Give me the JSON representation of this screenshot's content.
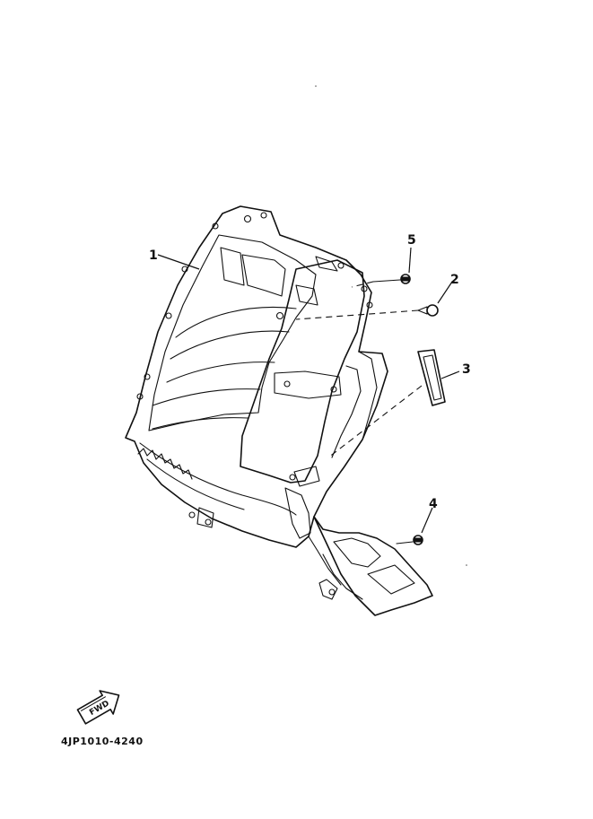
{
  "diagram": {
    "drawing_code": "4JP1010-4240",
    "fwd_arrow_label": "FWD",
    "callouts": [
      {
        "id": "1",
        "label": "1"
      },
      {
        "id": "2",
        "label": "2"
      },
      {
        "id": "3",
        "label": "3"
      },
      {
        "id": "4",
        "label": "4"
      },
      {
        "id": "5",
        "label": "5"
      }
    ]
  }
}
